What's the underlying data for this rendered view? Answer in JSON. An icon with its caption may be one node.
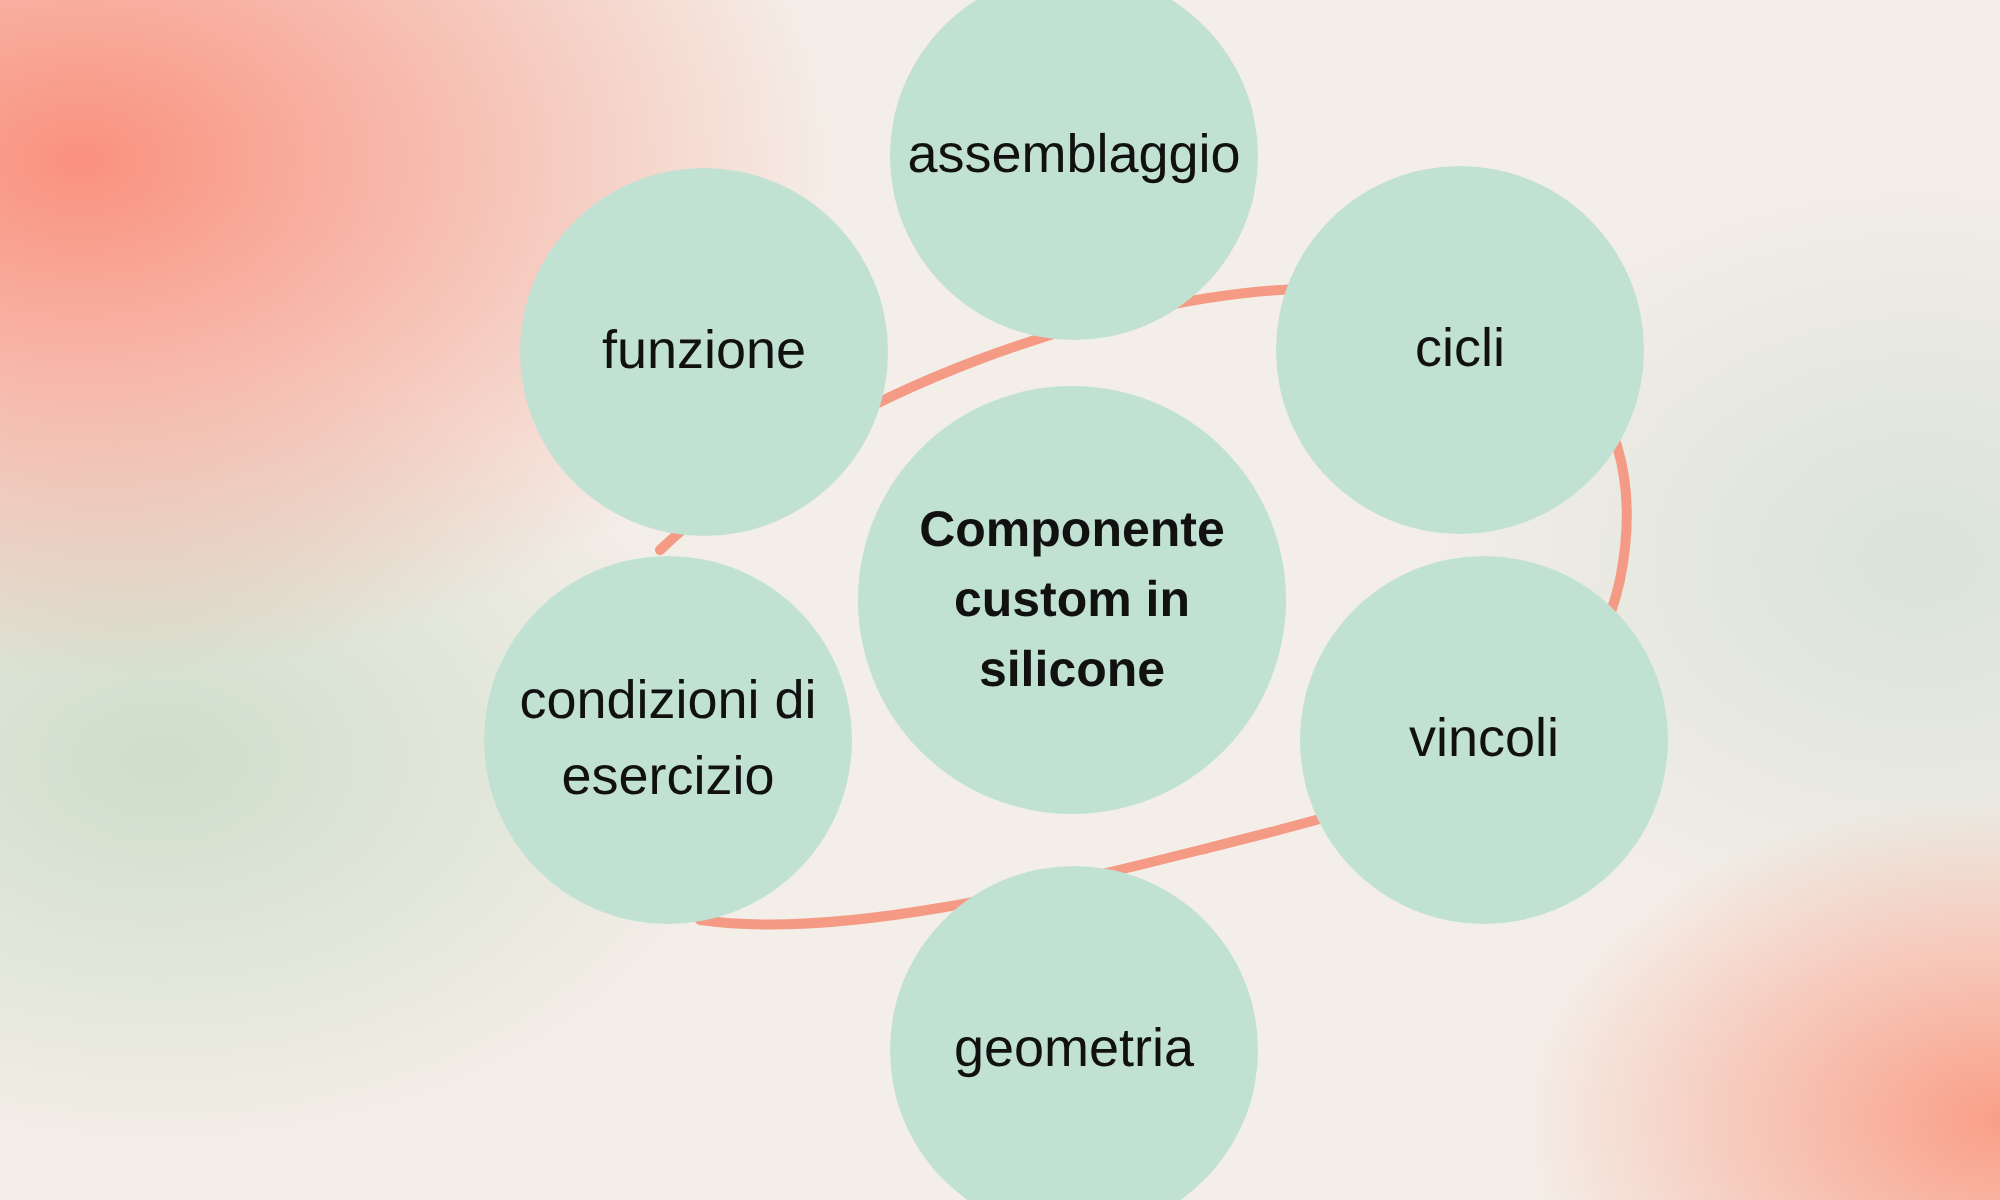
{
  "diagram": {
    "nodes": [
      {
        "text": [
          "assemblaggio"
        ]
      },
      {
        "text": [
          "funzione"
        ]
      },
      {
        "text": [
          "cicli"
        ]
      },
      {
        "text": [
          "Componente custom in silicone"
        ]
      },
      {
        "text": [
          "condizioni di esercizio"
        ]
      },
      {
        "text": [
          "vincoli"
        ]
      },
      {
        "text": [
          "geometria"
        ]
      }
    ]
  }
}
